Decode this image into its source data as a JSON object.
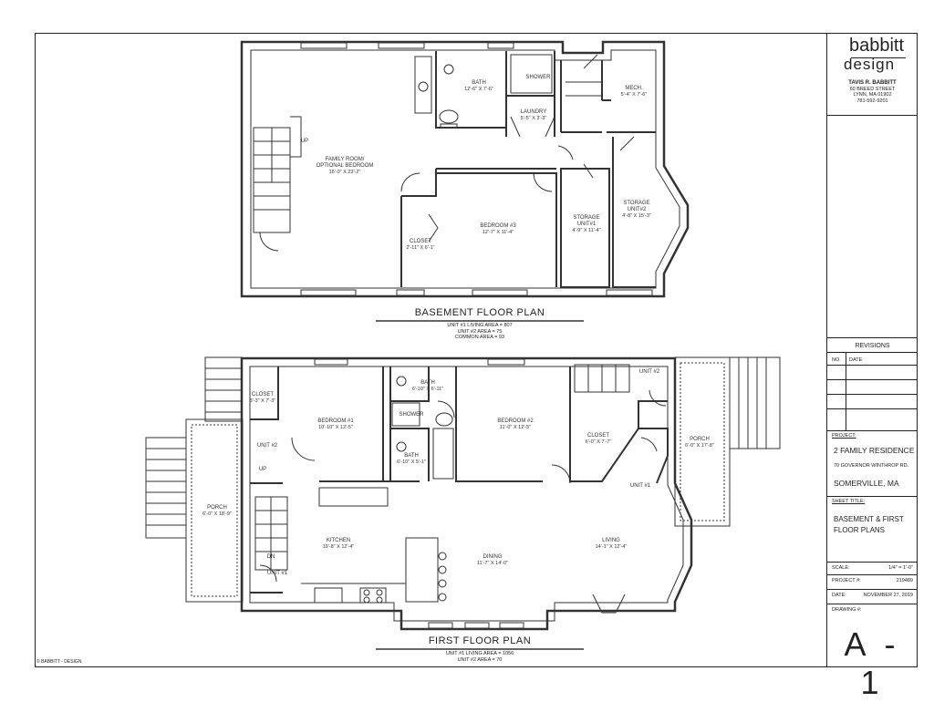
{
  "firm": {
    "logo_line1": "babbitt",
    "logo_line2": "design",
    "name": "TAVIS R. BABBITT",
    "street": "60 BREED STREET",
    "city": "LYNN, MA 01902",
    "phone": "781-592-9201"
  },
  "revisions": {
    "title": "REVISIONS",
    "col_no": "NO.",
    "col_date": "DATE"
  },
  "project": {
    "label": "PROJECT:",
    "line1": "2 FAMILY RESIDENCE",
    "line2": "70 GOVERNOR WINTHROP RD.",
    "line3": "SOMERVILLE, MA"
  },
  "sheet": {
    "label": "SHEET TITLE:",
    "line1": "BASEMENT & FIRST",
    "line2": "FLOOR PLANS"
  },
  "meta": {
    "scale_label": "SCALE:",
    "scale_value": "1/4\" = 1'-0\"",
    "project_no_label": "PROJECT #:",
    "project_no_value": "219489",
    "date_label": "DATE:",
    "date_value": "NOVEMBER 27, 2019",
    "drawing_label": "DRAWING #:",
    "drawing_value": "A - 1"
  },
  "copyright": "© BABBITT - DESIGN",
  "basement": {
    "title": "BASEMENT FLOOR PLAN",
    "notes": [
      "UNIT #1 LIVING AREA = 807",
      "UNIT #2 AREA = 75",
      "COMMON AREA = 93"
    ],
    "rooms": {
      "family": {
        "name": "FAMILY ROOM/",
        "name2": "OPTIONAL BEDROOM",
        "dim": "16'-0\" X 23'-2\""
      },
      "bath": {
        "name": "BATH",
        "dim": "12'-6\" X 7'-6\""
      },
      "shower": {
        "name": "SHOWER"
      },
      "laundry": {
        "name": "LAUNDRY",
        "dim": "5'-5\" X 3'-3\""
      },
      "mech": {
        "name": "MECH.",
        "dim": "5'-4\" X 7'-6\""
      },
      "bedroom3": {
        "name": "BEDROOM #3",
        "dim": "12'-7\" X 11'-4\""
      },
      "closet": {
        "name": "CLOSET",
        "dim": "2'-11\" X 6'-1\""
      },
      "storage1": {
        "name": "STORAGE",
        "name2": "UNIT#1",
        "dim": "4'-9\" X 11'-4\""
      },
      "storage2": {
        "name": "STORAGE",
        "name2": "UNIT#2",
        "dim": "4'-8\" X 15'-3\""
      },
      "up": "UP"
    }
  },
  "first": {
    "title": "FIRST FLOOR PLAN",
    "notes": [
      "UNIT #1 LIVING AREA = 1056",
      "UNIT #2 AREA = 70"
    ],
    "rooms": {
      "closet1": {
        "name": "CLOSET",
        "dim": "3'-3\" X 7'-3\""
      },
      "bedroom1": {
        "name": "BEDROOM #1",
        "dim": "10'-10\" X 12'-5\""
      },
      "bath_top": {
        "name": "BATH",
        "dim": "6'-10\" X 6'-11\""
      },
      "shower": {
        "name": "SHOWER"
      },
      "bath_bot": {
        "name": "BATH",
        "dim": "6'-10\" X 5'-1\""
      },
      "bedroom2": {
        "name": "BEDROOM #2",
        "dim": "11'-0\" X 12'-5\""
      },
      "closet2": {
        "name": "CLOSET",
        "dim": "6'-0\" X 7'-7\""
      },
      "porch_right": {
        "name": "PORCH",
        "dim": "6'-0\" X 17'-8\""
      },
      "porch_left": {
        "name": "PORCH",
        "dim": "6'-0\" X 18'-9\""
      },
      "kitchen": {
        "name": "KITCHEN",
        "dim": "19'-8\" X 12'-4\""
      },
      "dining": {
        "name": "DINING",
        "dim": "11'-7\" X 14'-0\""
      },
      "living": {
        "name": "LIVING",
        "dim": "14'-1\" X 12'-4\""
      },
      "unit2_top": "UNIT #2",
      "unit2_left": "UNIT #2",
      "unit1_left": "UNIT #1",
      "unit1_right": "UNIT #1",
      "up": "UP",
      "dn": "DN"
    }
  }
}
